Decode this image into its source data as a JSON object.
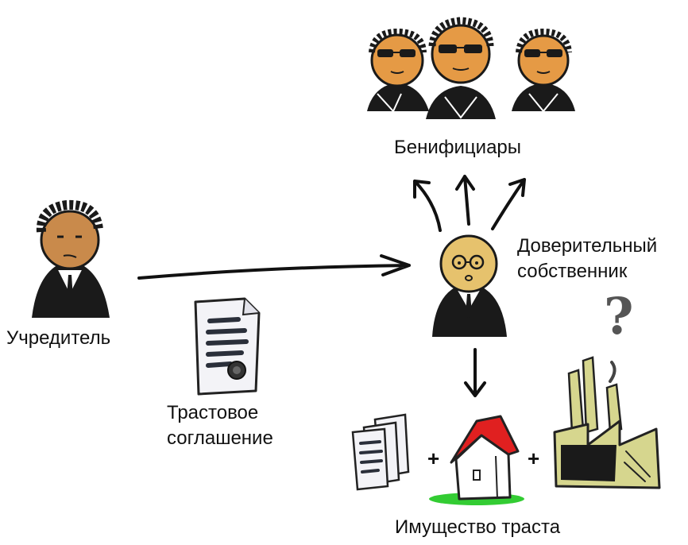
{
  "labels": {
    "founder": "Учредитель",
    "agreement_line1": "Трастовое",
    "agreement_line2": "соглашение",
    "beneficiaries": "Бенифициары",
    "trustee_line1": "Доверительный",
    "trustee_line2": "собственник",
    "trust_property": "Имущество траста"
  },
  "symbols": {
    "plus": "+",
    "question": "?"
  },
  "colors": {
    "skin_beneficiary": "#e59a45",
    "skin_founder": "#c98a4b",
    "skin_trustee": "#e6c26d",
    "suit": "#1a1a1a",
    "roof": "#e02020",
    "grass": "#33cc33",
    "factory": "#d6d68e",
    "document_bg": "#f3f3f7"
  }
}
